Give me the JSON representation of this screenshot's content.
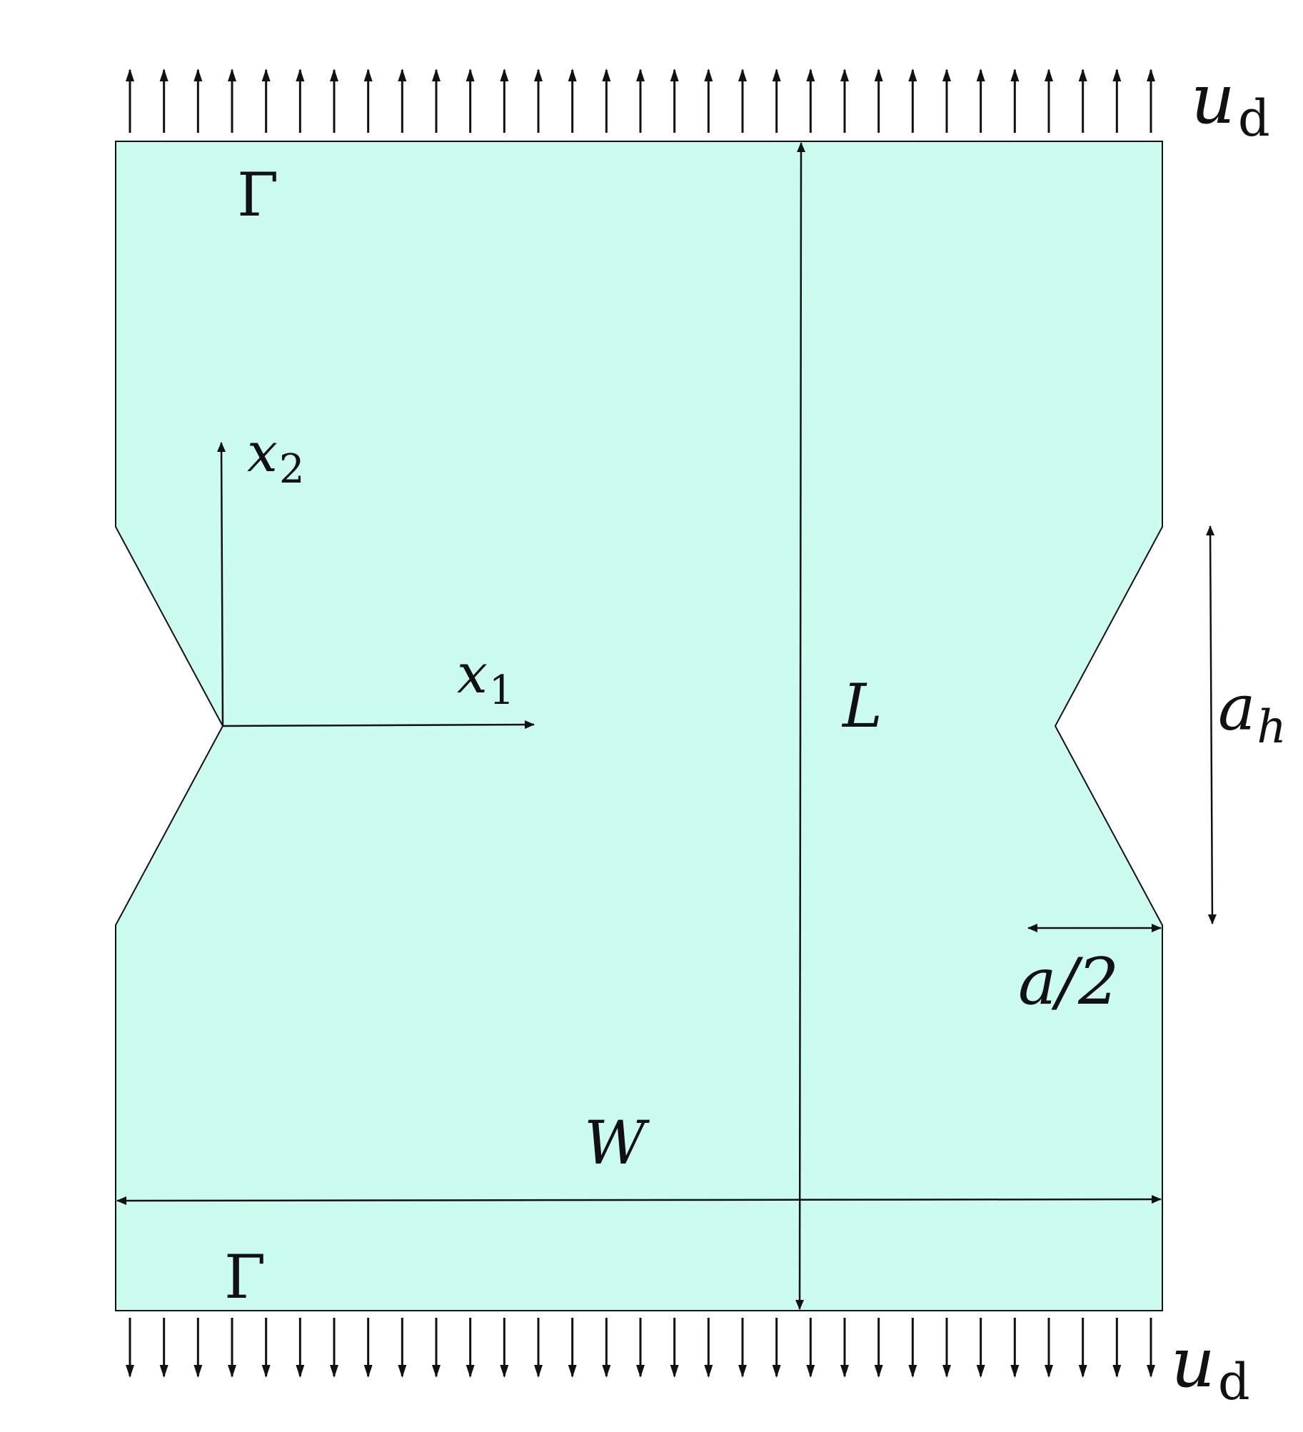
{
  "colors": {
    "specimen_fill": "#ccfcf0",
    "stroke": "#111111",
    "background": "#ffffff"
  },
  "labels": {
    "ud_top": {
      "base": "u",
      "sub": "d"
    },
    "ud_bottom": {
      "base": "u",
      "sub": "d"
    },
    "gamma_top": "Γ",
    "gamma_bottom": "Γ",
    "x1": {
      "base": "x",
      "sub": "1"
    },
    "x2": {
      "base": "x",
      "sub": "2"
    },
    "length": "L",
    "width": "W",
    "notch_height": {
      "base": "a",
      "sub": "h"
    },
    "notch_depth": "a/2"
  },
  "load_arrows": {
    "top_count": 31,
    "bottom_count": 31,
    "top_direction": "up",
    "bottom_direction": "down"
  }
}
